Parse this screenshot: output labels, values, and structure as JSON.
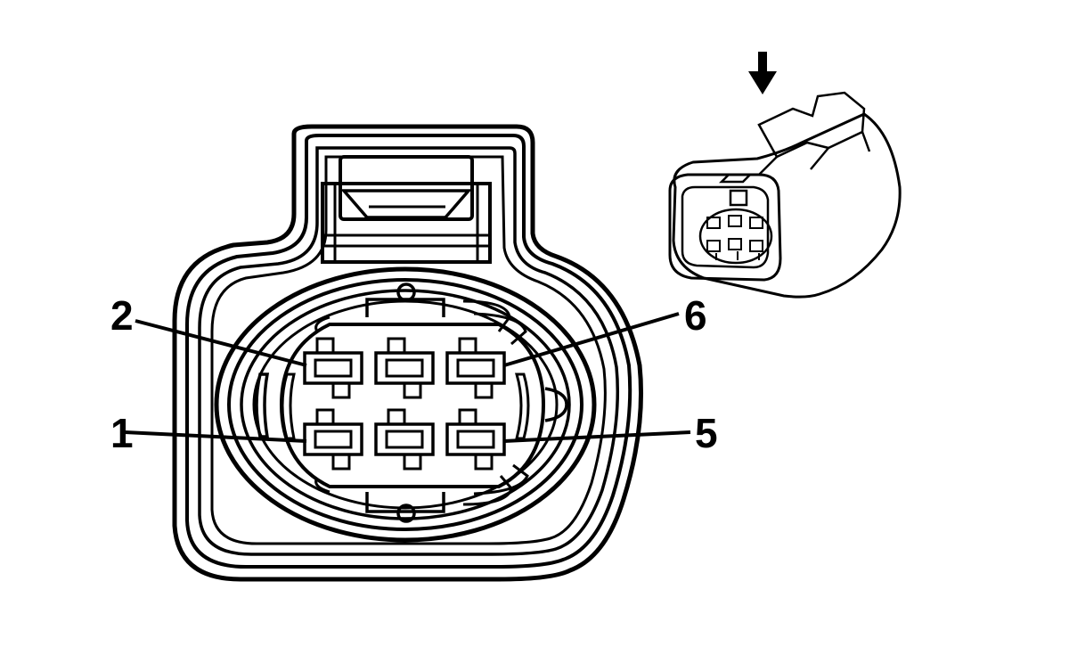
{
  "diagram": {
    "pin_labels": {
      "pin1": "1",
      "pin2": "2",
      "pin5": "5",
      "pin6": "6"
    },
    "view_direction_icon": "arrow-down-icon",
    "colors": {
      "line": "#000000",
      "background": "#ffffff"
    }
  }
}
